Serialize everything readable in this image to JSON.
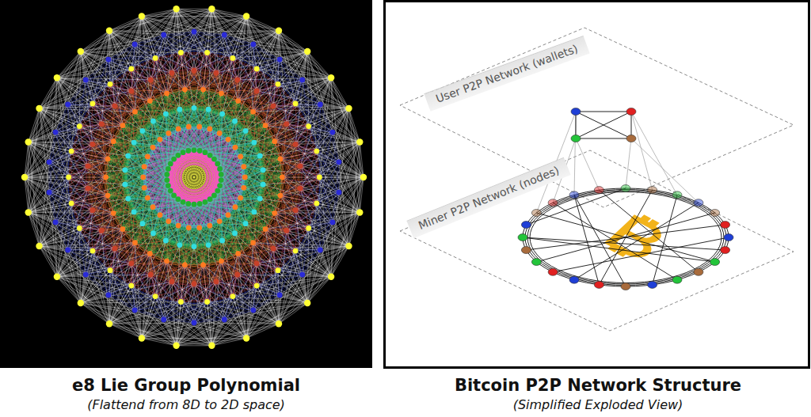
{
  "diagram": {
    "labels": [
      "e8 Lie Group Polynomial",
      "(Flattend from 8D to 2D space)",
      "Bitcoin P2P Network Structure",
      "(Simplified Exploded View)",
      "User P2P Network (wallets)",
      "Miner P2P Network (nodes)"
    ]
  }
}
